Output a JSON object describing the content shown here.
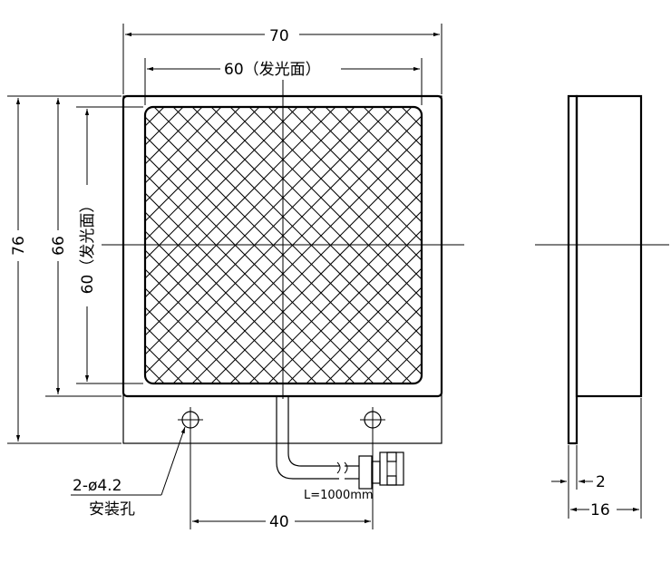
{
  "front_view": {
    "dim_overall_width": "70",
    "dim_emitting_width": "60（发光面）",
    "dim_overall_height": "76",
    "dim_plate_height": "66",
    "dim_emitting_height": "60（发光面）",
    "dim_hole_spacing": "40",
    "hole_label_line1": "2-ø4.2",
    "hole_label_line2": "安装孔",
    "cable_length": "L=1000mm"
  },
  "side_view": {
    "dim_plate_thickness": "2",
    "dim_total_thickness": "16"
  }
}
